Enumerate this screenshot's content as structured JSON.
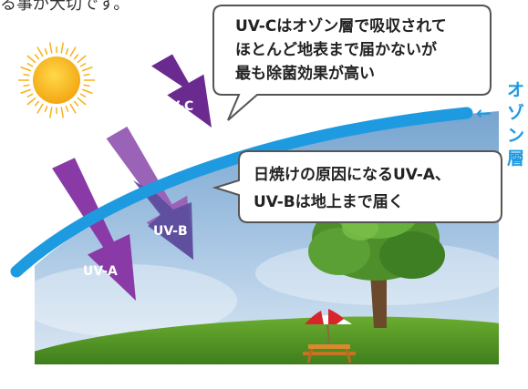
{
  "top_text": "る事が大切です。",
  "callout_uvc": {
    "lines": [
      "UV-Cはオゾン層で吸収されて",
      "ほとんど地表まで届かないが",
      "最も除菌効果が高い"
    ]
  },
  "callout_uvab": {
    "lines": [
      "日焼けの原因になるUV-A、",
      "UV-Bは地上まで届く"
    ]
  },
  "ozone_label": {
    "arrow": "←",
    "chars": [
      "オ",
      "ゾ",
      "ン",
      "層"
    ]
  },
  "arrows": {
    "uv_c": "UV-C",
    "uv_b": "UV-B",
    "uv_a": "UV-A"
  },
  "colors": {
    "ozone": "#1e9be0",
    "uv_c": "#6a2a8f",
    "uv_b": "#5a4b9c",
    "uv_a": "#7a2e9a",
    "uv_light": "#9a63b7",
    "sun": "#f6b21a",
    "sky_top": "#7aa6cf",
    "grass": "#5d9e2a"
  },
  "icons": [
    "sun-icon",
    "tree-icon",
    "parasol-icon",
    "picnic-table-icon"
  ]
}
